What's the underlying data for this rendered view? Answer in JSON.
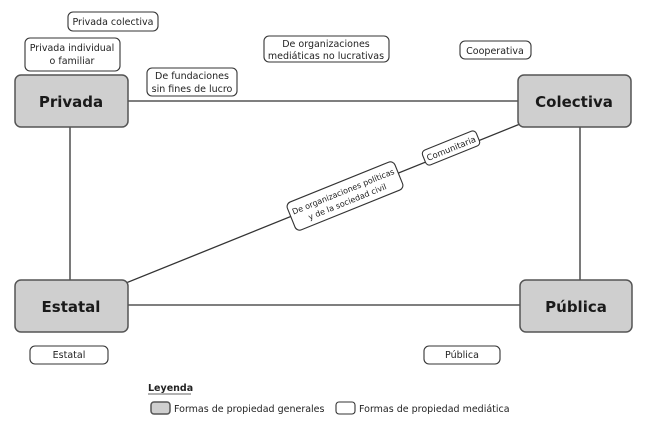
{
  "colors": {
    "general_fill": "#cfcfcf",
    "media_fill": "#ffffff"
  },
  "general_forms": {
    "privada": "Privada",
    "colectiva": "Colectiva",
    "estatal": "Estatal",
    "publica": "Pública"
  },
  "media_forms": {
    "privada_colectiva": "Privada colectiva",
    "privada_individual": [
      "Privada individual",
      "o familiar"
    ],
    "fundaciones": [
      "De fundaciones",
      "sin fines de lucro"
    ],
    "organizaciones_mediaticas": [
      "De organizaciones",
      "mediáticas no lucrativas"
    ],
    "cooperativa": "Cooperativa",
    "organizaciones_politicas": [
      "De organizaciones políticas",
      "y de la sociedad civil"
    ],
    "comunitaria": "Comunitaria",
    "estatal": "Estatal",
    "publica": "Pública"
  },
  "legend": {
    "title": "Leyenda",
    "general": "Formas de propiedad generales",
    "media": "Formas de propiedad mediática"
  }
}
